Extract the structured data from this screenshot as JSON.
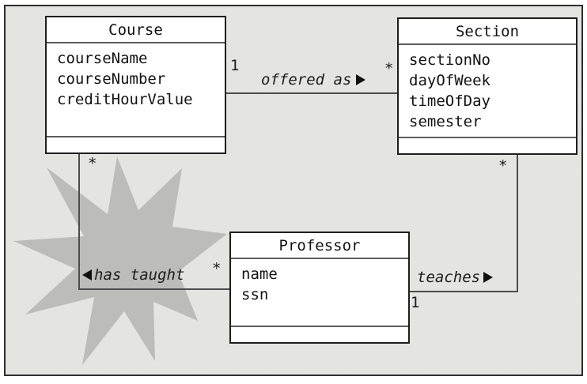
{
  "figure": {
    "background_color": "#e4e5e1",
    "star_color": "#bcbdb9",
    "line_color": "#4c4c4c",
    "box_border_color": "#1e1e1e"
  },
  "classes": [
    {
      "title": "Course",
      "attributes": [
        "courseName",
        "courseNumber",
        "creditHourValue"
      ]
    },
    {
      "title": "Section",
      "attributes": [
        "sectionNo",
        "dayOfWeek",
        "timeOfDay",
        "semester"
      ]
    },
    {
      "title": "Professor",
      "attributes": [
        "name",
        "ssn"
      ]
    }
  ],
  "associations": [
    {
      "label": "offered as",
      "reading_direction": "right",
      "course_multiplicity": "1",
      "section_multiplicity": "*"
    },
    {
      "label": "has taught",
      "reading_direction": "left",
      "course_multiplicity": "*",
      "professor_multiplicity": "*"
    },
    {
      "label": "teaches",
      "reading_direction": "right",
      "professor_multiplicity": "1",
      "section_multiplicity": "*"
    }
  ]
}
